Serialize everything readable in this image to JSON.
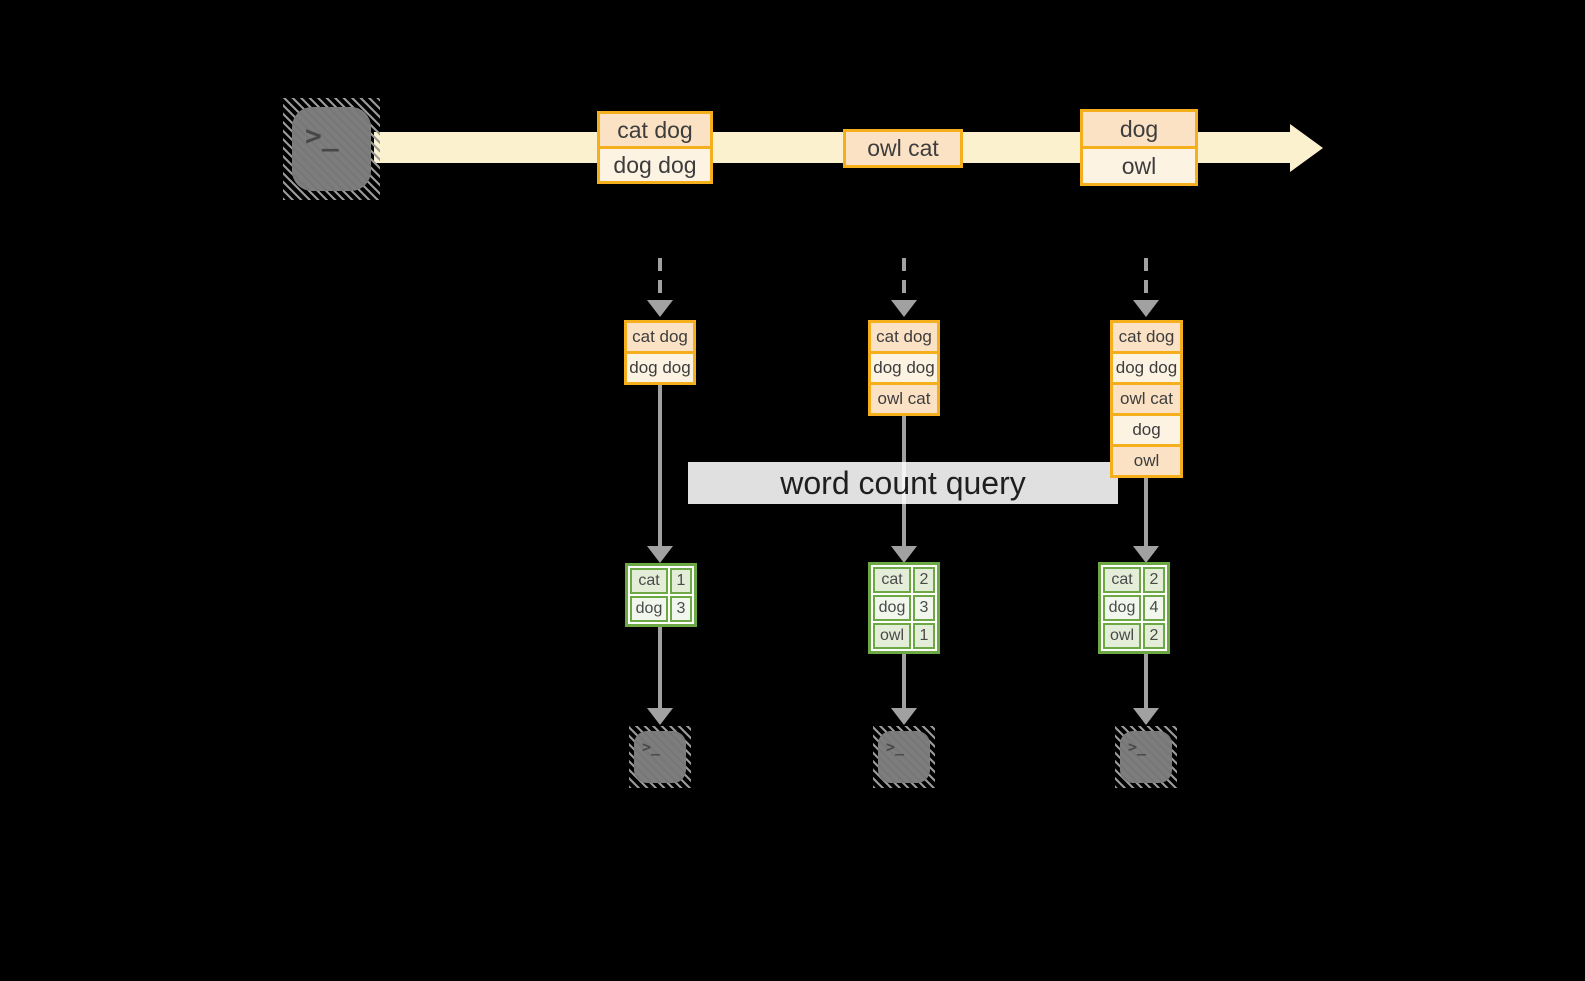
{
  "palette": {
    "background": "#000000",
    "stream_band": "#FBF1CE",
    "box_border_orange": "#F5AF1C",
    "box_fill_peach": "#FBE2C5",
    "box_fill_cream": "#FDF3E3",
    "table_border_green": "#6CA945",
    "table_row_green": "#E3EDD8",
    "table_row_light": "#F1F7EC",
    "arrow_gray": "#A1A1A1",
    "terminal_gray": "#7D7D7D",
    "text_dark": "#3D3D3D"
  },
  "terminal_prompt": ">_",
  "timeline": {
    "events": [
      {
        "rows": [
          "cat dog",
          "dog dog"
        ]
      },
      {
        "rows": [
          "owl cat"
        ]
      },
      {
        "rows": [
          "dog",
          "owl"
        ]
      }
    ]
  },
  "banner": {
    "label": "word count query"
  },
  "columns": [
    {
      "stack": [
        "cat dog",
        "dog dog"
      ],
      "counts": [
        {
          "word": "cat",
          "count": "1"
        },
        {
          "word": "dog",
          "count": "3"
        }
      ]
    },
    {
      "stack": [
        "cat dog",
        "dog dog",
        "owl cat"
      ],
      "counts": [
        {
          "word": "cat",
          "count": "2"
        },
        {
          "word": "dog",
          "count": "3"
        },
        {
          "word": "owl",
          "count": "1"
        }
      ]
    },
    {
      "stack": [
        "cat dog",
        "dog dog",
        "owl cat",
        "dog",
        "owl"
      ],
      "counts": [
        {
          "word": "cat",
          "count": "2"
        },
        {
          "word": "dog",
          "count": "4"
        },
        {
          "word": "owl",
          "count": "2"
        }
      ]
    }
  ]
}
